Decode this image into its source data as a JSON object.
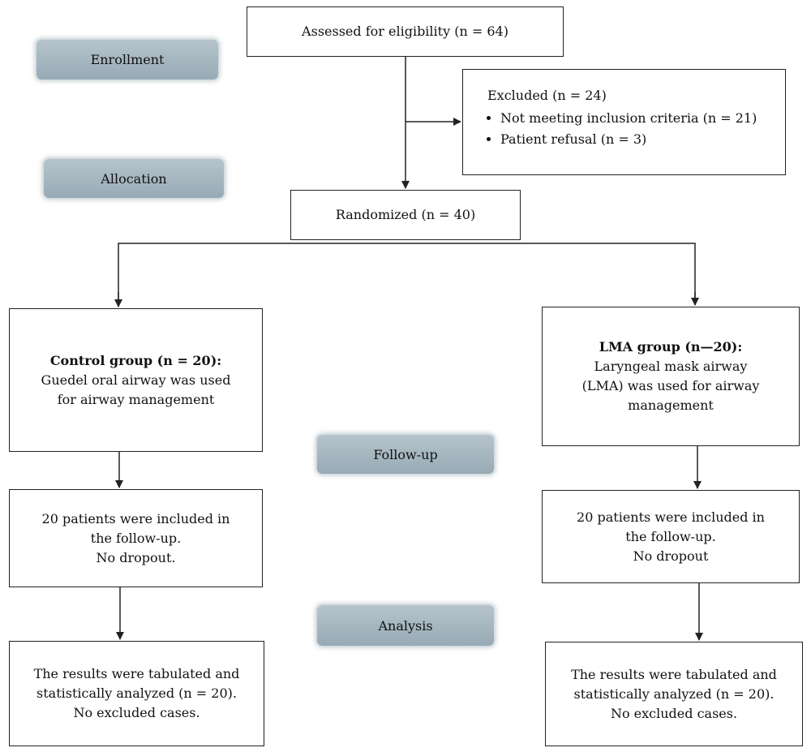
{
  "stages": {
    "enrollment": "Enrollment",
    "allocation": "Allocation",
    "followup": "Follow-up",
    "analysis": "Analysis"
  },
  "assessed": "Assessed for eligibility (n = 64)",
  "excluded": {
    "title": "Excluded (n = 24)",
    "items": [
      "Not meeting inclusion criteria (n = 21)",
      "Patient refusal (n = 3)"
    ]
  },
  "randomized": "Randomized (n = 40)",
  "control": {
    "title": "Control group (n = 20):",
    "line1": "Guedel oral airway was used",
    "line2": "for airway management",
    "followup": [
      "20 patients were included in",
      "the follow-up.",
      "No dropout."
    ],
    "analysis": [
      "The results were tabulated and",
      "statistically analyzed (n = 20).",
      "No excluded cases."
    ]
  },
  "lma": {
    "title": "LMA group (n—20):",
    "line1": "Laryngeal mask airway",
    "line2": "(LMA) was used for airway",
    "line3": "management",
    "followup": [
      "20 patients were included in",
      "the follow-up.",
      "No dropout"
    ],
    "analysis": [
      "The results were tabulated and",
      "statistically analyzed (n = 20).",
      "No excluded cases."
    ]
  }
}
